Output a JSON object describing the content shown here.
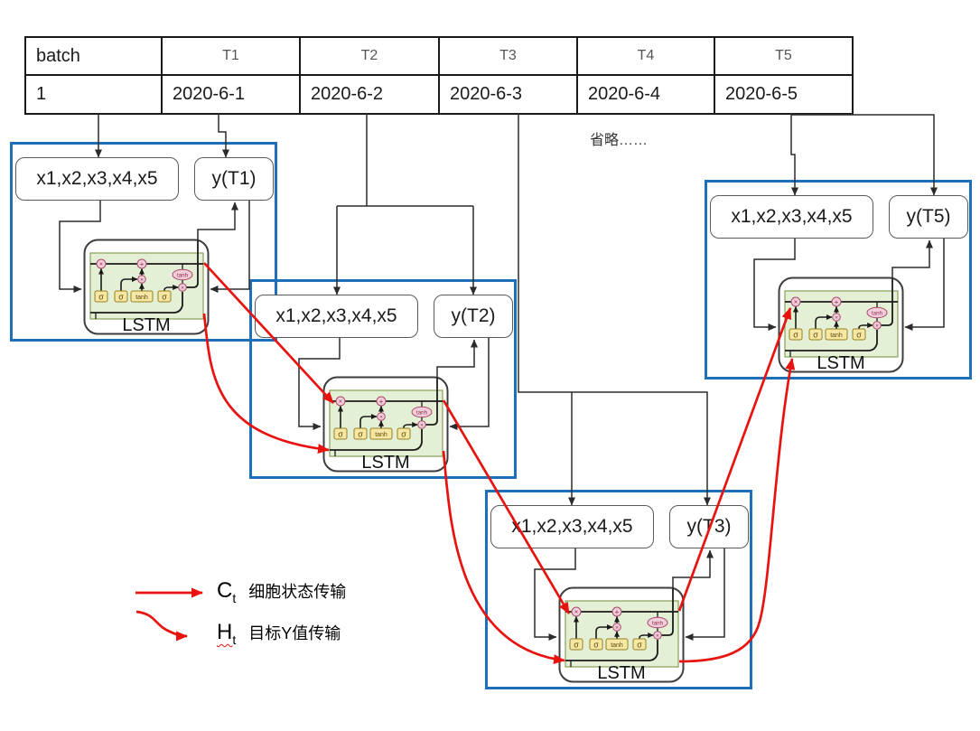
{
  "table": {
    "headers": [
      "batch",
      "T1",
      "T2",
      "T3",
      "T4",
      "T5"
    ],
    "rows": [
      [
        "1",
        "2020-6-1",
        "2020-6-2",
        "2020-6-3",
        "2020-6-4",
        "2020-6-5"
      ]
    ]
  },
  "omitted_note": "省略……",
  "blocks": [
    {
      "input_label": "x1,x2,x3,x4,x5",
      "output_label": "y(T1)",
      "cell_label": "LSTM"
    },
    {
      "input_label": "x1,x2,x3,x4,x5",
      "output_label": "y(T2)",
      "cell_label": "LSTM"
    },
    {
      "input_label": "x1,x2,x3,x4,x5",
      "output_label": "y(T3)",
      "cell_label": "LSTM"
    },
    {
      "input_label": "x1,x2,x3,x4,x5",
      "output_label": "y(T5)",
      "cell_label": "LSTM"
    }
  ],
  "lstm_cell": {
    "gate_labels": [
      "σ",
      "σ",
      "tanh",
      "σ"
    ],
    "tanh_node_label": "tanh",
    "multiply_symbol": "×",
    "add_symbol": "+"
  },
  "legend": {
    "items": [
      {
        "symbol": "C",
        "subscript": "t",
        "description": "细胞状态传输",
        "arrow": "straight-red"
      },
      {
        "symbol": "H",
        "subscript": "t",
        "description": "目标Y值传输",
        "arrow": "wavy-red"
      }
    ]
  },
  "colors": {
    "block_border": "#1d70b8",
    "red_arrow": "#e8120e",
    "connector_black": "#2b2b2b",
    "lstm_green_fill": "#e4f0d6",
    "gate_yellow_fill": "#f6e8a4",
    "node_pink_fill": "#f3cdd8"
  }
}
